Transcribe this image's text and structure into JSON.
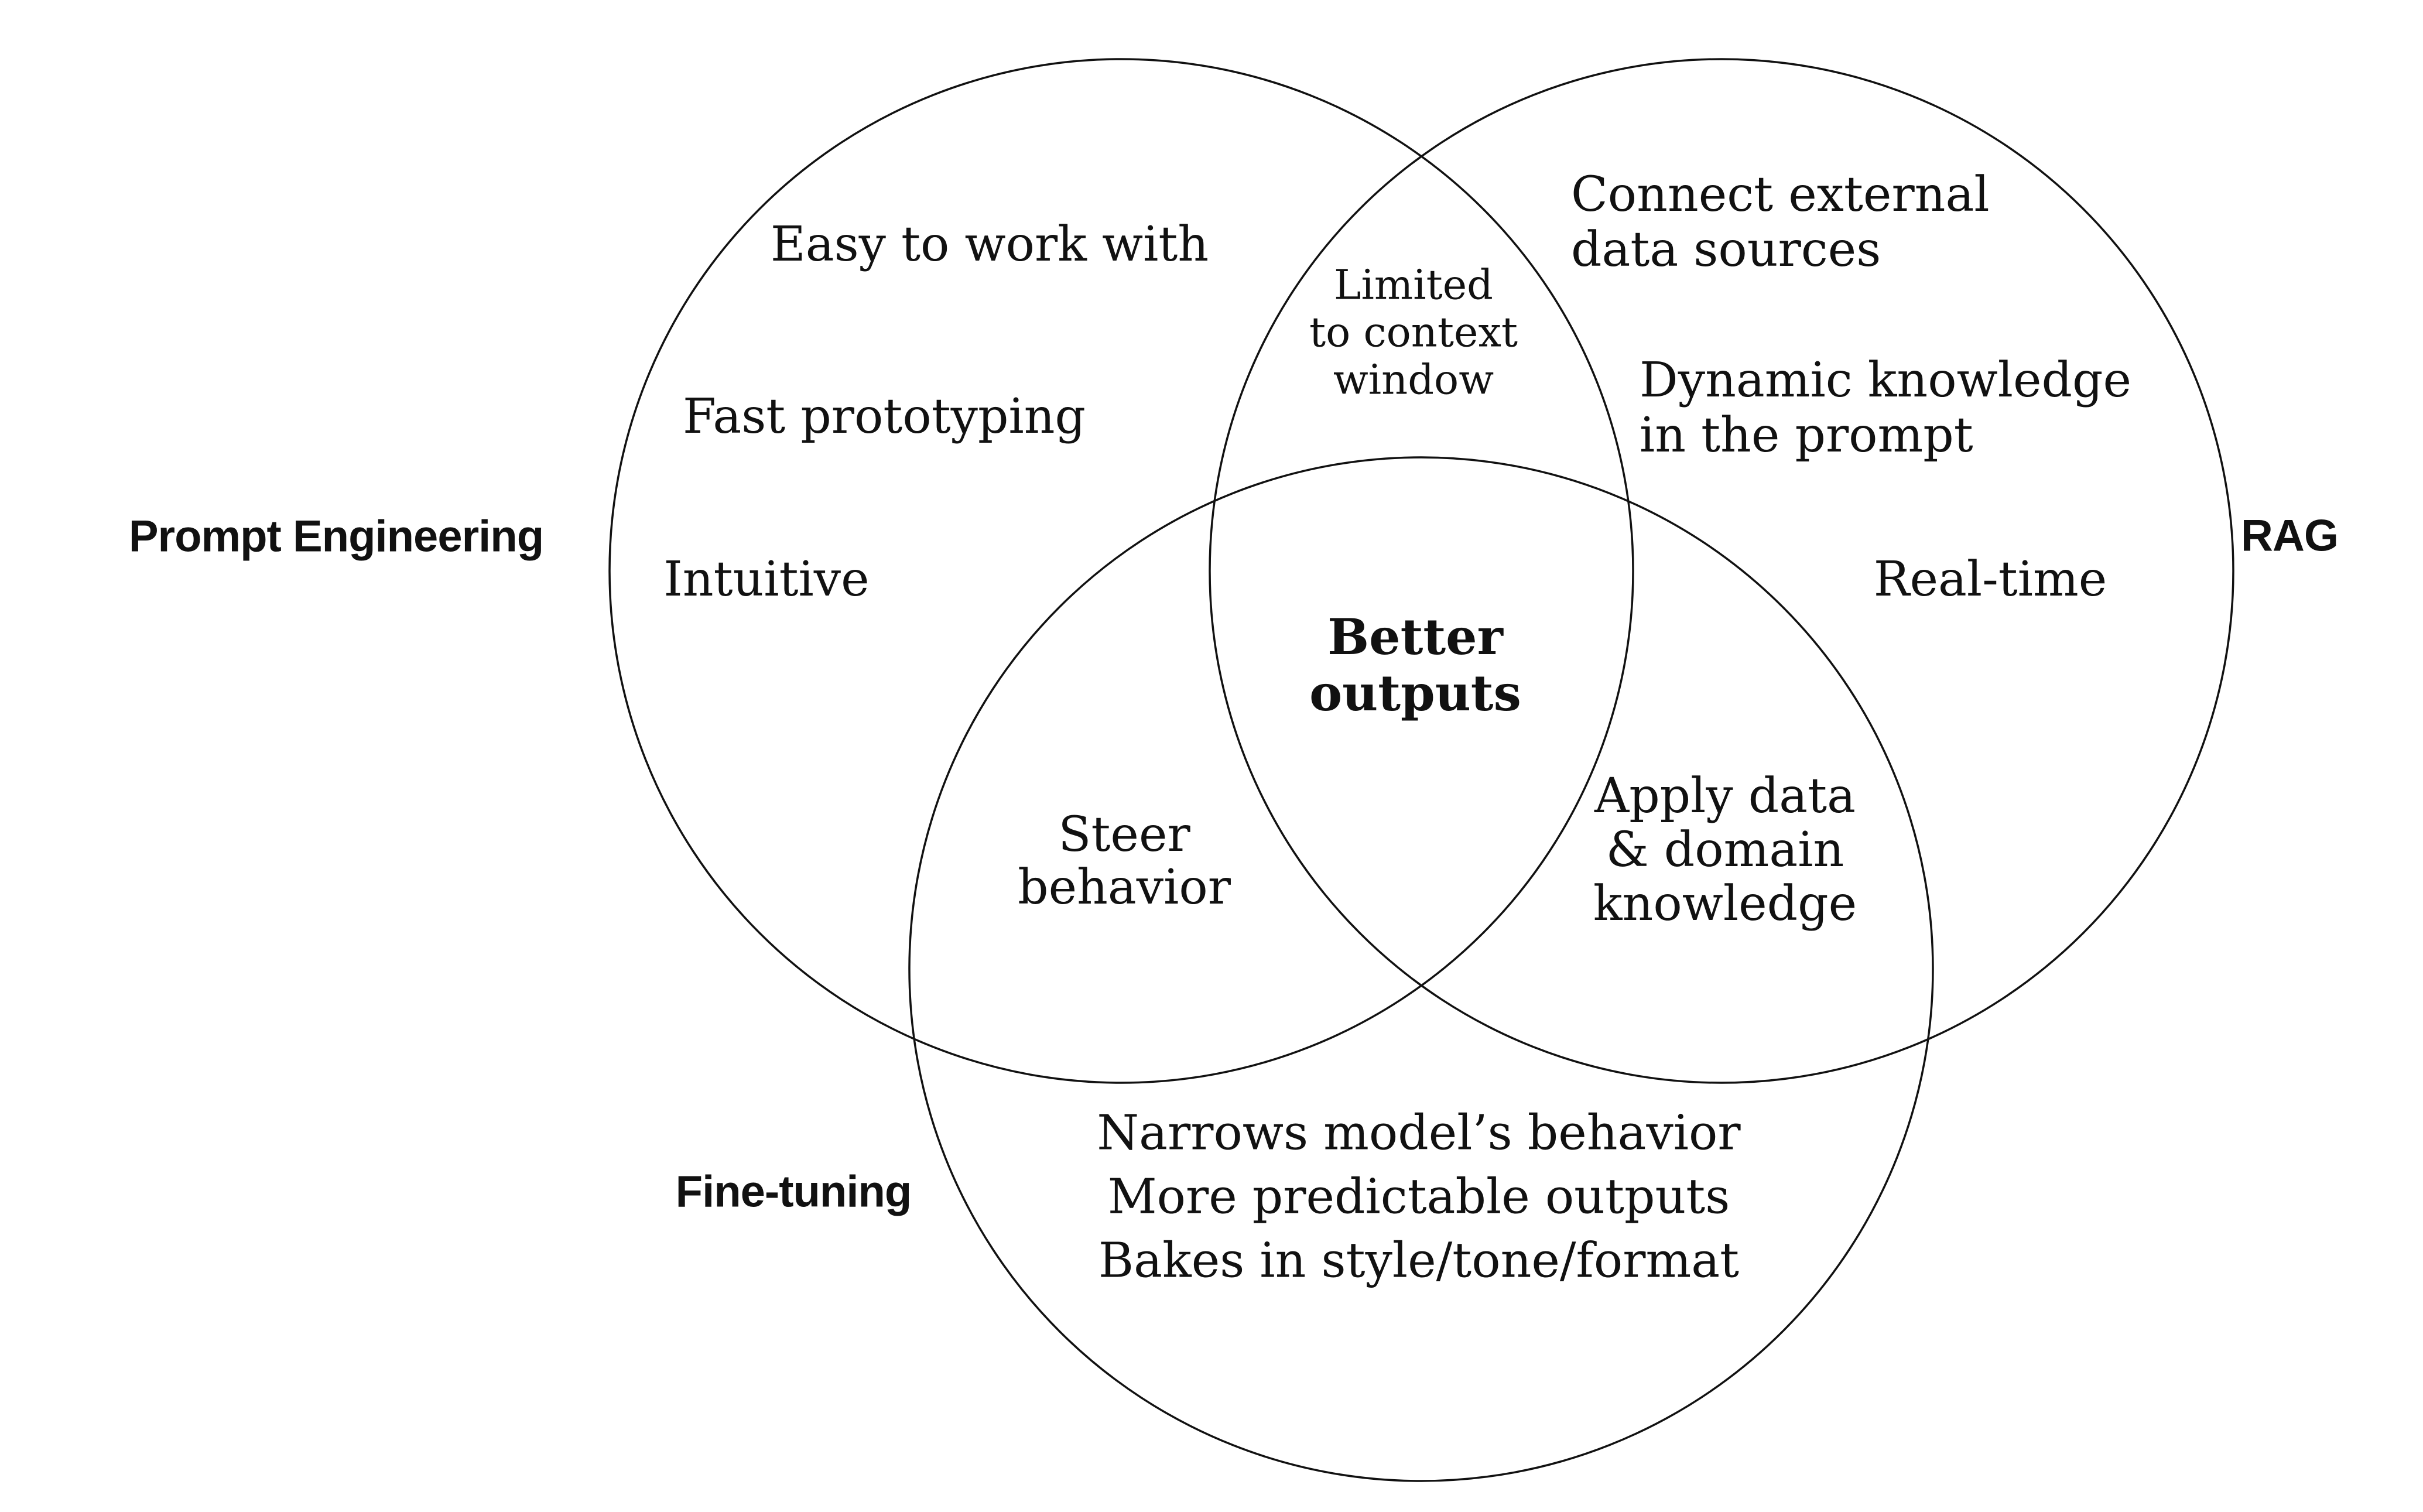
{
  "venn": {
    "set_labels": {
      "prompt_engineering": "Prompt Engineering",
      "rag": "RAG",
      "fine_tuning": "Fine-tuning"
    },
    "regions": {
      "prompt_only": {
        "easy": "Easy to work with",
        "fast": "Fast prototyping",
        "intuitive": "Intuitive"
      },
      "prompt_and_rag": {
        "limited": "Limited\nto context\nwindow"
      },
      "rag_only": {
        "connect": "Connect external\ndata sources",
        "dynamic": "Dynamic knowledge\nin the prompt",
        "realtime": "Real-time"
      },
      "center_all": {
        "better": "Better\noutputs"
      },
      "prompt_and_fine_tuning": {
        "steer": "Steer\nbehavior"
      },
      "rag_and_fine_tuning": {
        "apply": "Apply data\n& domain\nknowledge"
      },
      "fine_tuning_only": {
        "notes": "Narrows model’s behavior\nMore predictable outputs\nBakes in style/tone/format"
      }
    },
    "colors": {
      "ink": "#111111",
      "background": "#ffffff"
    }
  }
}
